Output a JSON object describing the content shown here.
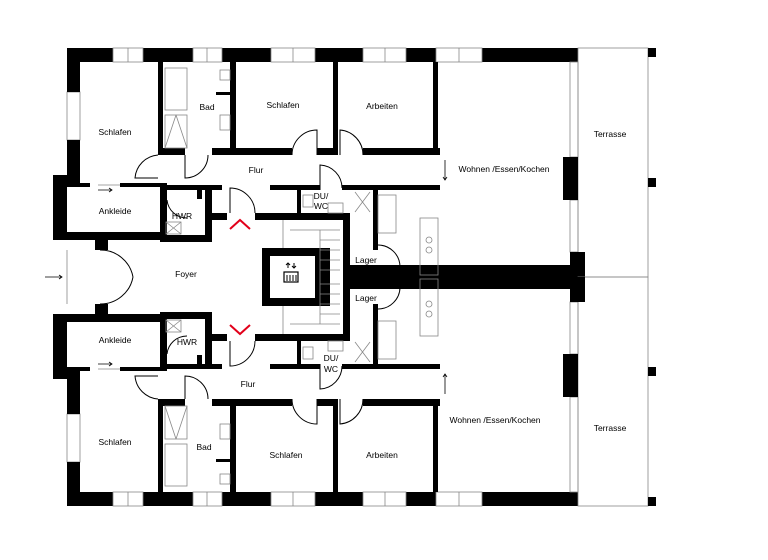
{
  "rooms": {
    "upper": {
      "schlafen_left": "Schlafen",
      "bad": "Bad",
      "schlafen_mid": "Schlafen",
      "arbeiten": "Arbeiten",
      "terrasse": "Terrasse",
      "wohnen": "Wohnen /Essen/Kochen",
      "flur": "Flur",
      "du_line1": "DU/",
      "du_line2": "WC",
      "ankleide": "Ankleide",
      "hwr": "HWR",
      "lager": "Lager"
    },
    "foyer": "Foyer",
    "lower": {
      "lager": "Lager",
      "ankleide": "Ankleide",
      "hwr": "HWR",
      "du_line1": "DU/",
      "du_line2": "WC",
      "flur": "Flur",
      "wohnen": "Wohnen /Essen/Kochen",
      "terrasse": "Terrasse",
      "schlafen_left": "Schlafen",
      "bad": "Bad",
      "schlafen_mid": "Schlafen",
      "arbeiten": "Arbeiten"
    }
  },
  "colors": {
    "walls": "#000000",
    "entrance_marker": "#e2001a",
    "fixtures": "#888888"
  },
  "icons": [
    "elevator-icon",
    "entrance-arrow-icon"
  ]
}
